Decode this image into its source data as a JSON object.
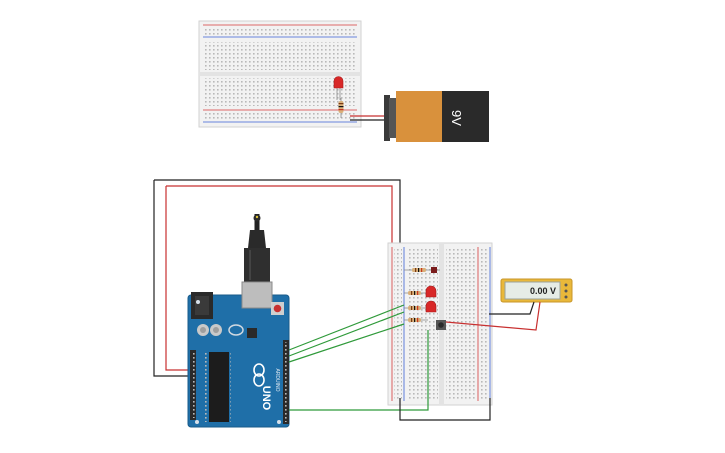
{
  "battery": {
    "label": "9V"
  },
  "multimeter": {
    "reading": "0.00 V"
  },
  "arduino": {
    "model_label": "UNO",
    "brand_label": "ARDUINO"
  },
  "colors": {
    "breadboard": "#f2f2f2",
    "rail_red": "#d43a3a",
    "rail_blue": "#3a5fd4",
    "arduino_blue": "#1f6fa8",
    "wire_red": "#c83030",
    "wire_black": "#222222",
    "wire_green": "#2f9a3a",
    "battery_orange": "#d9913c",
    "battery_black": "#2a2a2a",
    "meter_yellow": "#e9b83a",
    "led_red": "#d82828"
  },
  "icons": [
    "usb-plug-icon",
    "dc-jack-icon",
    "reset-button-icon",
    "led-icon",
    "resistor-icon",
    "push-button-icon"
  ]
}
